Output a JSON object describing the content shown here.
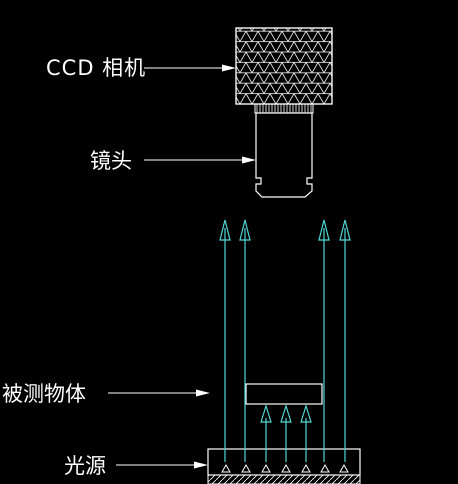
{
  "labels": {
    "camera": "CCD 相机",
    "lens": "镜头",
    "object": "被测物体",
    "light_source": "光源"
  },
  "colors": {
    "background": "#000000",
    "line": "#ffffff",
    "ray": "#4fd6d6",
    "text": "#ffffff"
  }
}
